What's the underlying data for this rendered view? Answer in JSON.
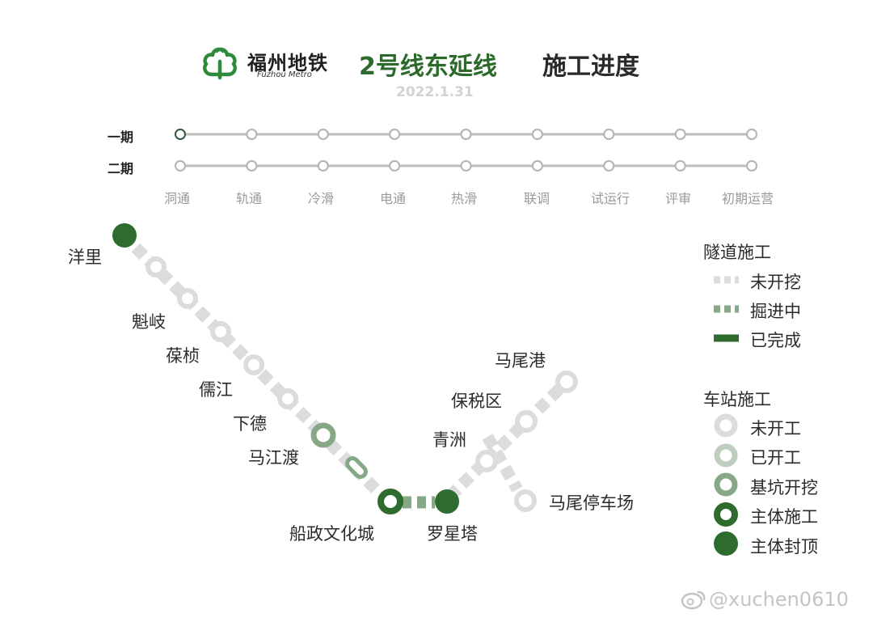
{
  "header": {
    "logo_cn": "福州地铁",
    "logo_en": "Fuzhou Metro",
    "line_title": "2号线东延线",
    "progress_title": "施工进度",
    "date": "2022.1.31"
  },
  "progress": {
    "phases": [
      {
        "label": "一期",
        "completed_stages": 0
      },
      {
        "label": "二期",
        "completed_stages": 0
      }
    ],
    "stages": [
      "洞通",
      "轨通",
      "冷滑",
      "电通",
      "热滑",
      "联调",
      "试运行",
      "评审",
      "初期运营"
    ]
  },
  "stations": [
    {
      "name": "洋里",
      "status": "主体封顶"
    },
    {
      "name": "魁岐",
      "status": "未开工"
    },
    {
      "name": "葆桢",
      "status": "未开工"
    },
    {
      "name": "儒江",
      "status": "未开工"
    },
    {
      "name": "下德",
      "status": "未开工"
    },
    {
      "name": "马江渡",
      "status": "基坑开挖"
    },
    {
      "name": "船政文化城",
      "status": "主体施工"
    },
    {
      "name": "罗星塔",
      "status": "主体封顶"
    },
    {
      "name": "青洲",
      "status": "已开工"
    },
    {
      "name": "保税区",
      "status": "未开工"
    },
    {
      "name": "马尾港",
      "status": "未开工"
    },
    {
      "name": "马尾停车场",
      "status": "未开工"
    }
  ],
  "legend": {
    "tunnel_title": "隧道施工",
    "tunnel_items": [
      {
        "label": "未开挖",
        "color": "#d9d9d9"
      },
      {
        "label": "掘进中",
        "color": "#86a886"
      },
      {
        "label": "已完成",
        "color": "#2e6b2f"
      }
    ],
    "station_title": "车站施工",
    "station_items": [
      {
        "label": "未开工",
        "color": "#d9d9d9"
      },
      {
        "label": "已开工",
        "color": "#bfcfbf"
      },
      {
        "label": "基坑开挖",
        "color": "#86a886"
      },
      {
        "label": "主体施工",
        "color": "#2e6b2f"
      },
      {
        "label": "主体封顶",
        "color": "#2e6b2f"
      }
    ]
  },
  "watermark": "@xuchen0610",
  "colors": {
    "dark_green": "#2e6b2f",
    "mid_green": "#86a886",
    "light_green": "#bfcfbf",
    "grey": "#d9d9d9"
  }
}
